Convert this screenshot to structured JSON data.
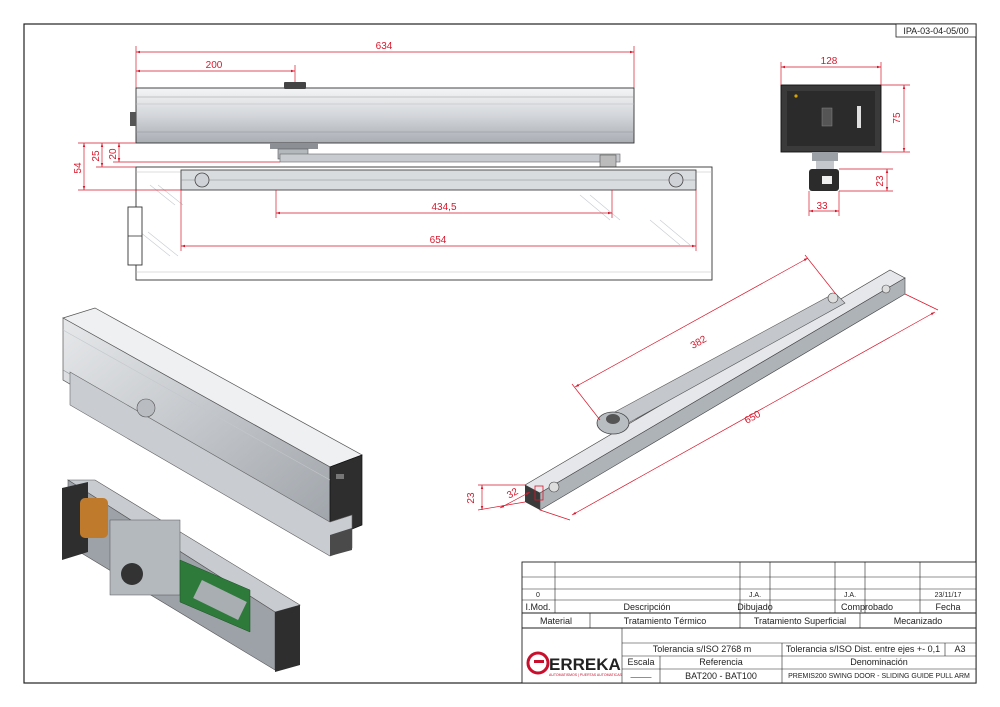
{
  "drawing_code": "IPA-03-04-05/00",
  "dimensions": {
    "top_length": "634",
    "top_offset": "200",
    "h54": "54",
    "h25": "25",
    "h20": "20",
    "guide_inner": "434,5",
    "guide_outer": "654",
    "side_width": "128",
    "side_height": "75",
    "side_arm_h": "23",
    "side_arm_w": "33",
    "arm_length": "382",
    "rail_length": "650",
    "rail_h": "23",
    "rail_w": "32"
  },
  "title_block": {
    "rev_number": "0",
    "drawn_by": "J.A.",
    "checked_by": "J.A.",
    "date": "23/11/17",
    "col_mod": "I.Mod.",
    "col_desc": "Descripción",
    "col_drawn": "Dibujado",
    "col_checked": "Comprobado",
    "col_date": "Fecha",
    "material": "Material",
    "thermal": "Tratamiento Térmico",
    "surface": "Tratamiento Superficial",
    "machining": "Mecanizado",
    "tolerance": "Tolerancia s/ISO 2768 m",
    "axis_tolerance": "Tolerancia s/ISO Dist. entre ejes +- 0,1",
    "sheet_size": "A3",
    "scale_label": "Escala",
    "scale_value": "———",
    "ref_label": "Referencia",
    "ref_value": "BAT200 - BAT100",
    "name_label": "Denominación",
    "name_value": "PREMIS200 SWING DOOR - SLIDING GUIDE PULL ARM",
    "logo_text": "ERREKA",
    "logo_tagline": "AUTOMATISMOS | PUERTAS AUTOMATICAS"
  },
  "colors": {
    "frame": "#222222",
    "dimension": "#d8182c",
    "logo": "#c8102e",
    "aluminium": "#c9cdd2",
    "dark_part": "#2d2d2d"
  }
}
